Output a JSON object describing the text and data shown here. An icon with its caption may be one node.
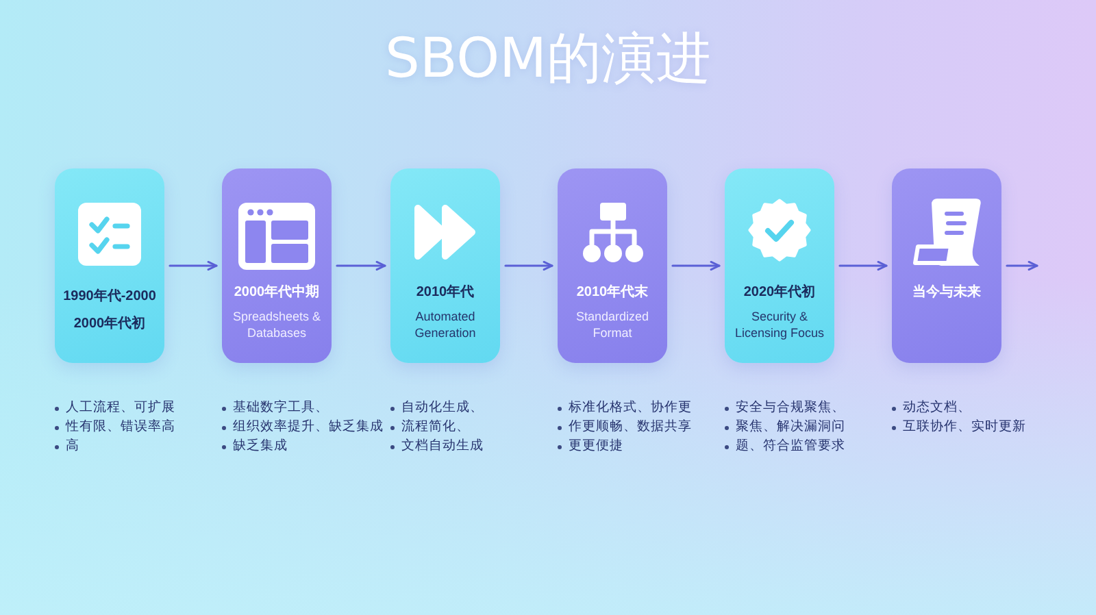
{
  "diagram": {
    "title": "SBOM的演进",
    "nodes": [
      {
        "text": [
          "1990年代-2000",
          "2000年代初"
        ],
        "beside": [
          "人工流程、可扩展",
          "性有限、错误率高",
          "高"
        ]
      },
      {
        "text": [
          "2000年代中期",
          "Spreadsheets & Databases"
        ],
        "beside": [
          "基础数字工具、",
          "组织效率提升、缺乏集成",
          "缺乏集成"
        ]
      },
      {
        "text": [
          "2010年代",
          "Automated Generation"
        ],
        "beside": [
          "自动化生成、",
          "流程简化、",
          "文档自动生成"
        ]
      },
      {
        "text": [
          "2010年代末",
          "Standardized Format"
        ],
        "beside": [
          "标准化格式、协作更",
          "作更顺畅、数据共享",
          "更更便捷"
        ]
      },
      {
        "text": [
          "2020年代初",
          "Security & Licensing Focus"
        ],
        "beside": [
          "安全与合规聚焦、",
          "聚焦、解决漏洞问",
          "题、符合监管要求"
        ]
      },
      {
        "text": [
          "当今与未来"
        ],
        "beside": [
          "动态文档、",
          "互联协作、实时更新"
        ]
      }
    ],
    "edges": [
      {
        "from": 0,
        "to": 1,
        "arrow": "to"
      },
      {
        "from": 1,
        "to": 2,
        "arrow": "to"
      },
      {
        "from": 2,
        "to": 3,
        "arrow": "to"
      },
      {
        "from": 3,
        "to": 4,
        "arrow": "to"
      },
      {
        "from": 4,
        "to": 5,
        "arrow": "to"
      },
      {
        "from": 5,
        "to": null,
        "arrow": "to"
      }
    ]
  }
}
